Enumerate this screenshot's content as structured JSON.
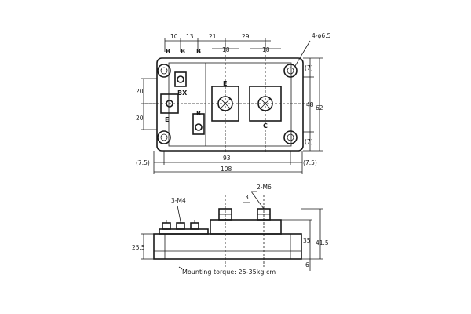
{
  "top_view": {
    "dims": {
      "d10": "10",
      "d13": "13",
      "d21": "21",
      "d29": "29",
      "hole": "4-φ6.5",
      "d7a": "(7)",
      "d7b": "(7)",
      "d18a": "18",
      "d18b": "18",
      "d20a": "20",
      "d20b": "20",
      "d48": "48",
      "d62": "62",
      "d7_5a": "(7.5)",
      "d7_5b": "(7.5)",
      "d93": "93",
      "d108": "108"
    },
    "pins": {
      "b1": "B",
      "b2": "B",
      "b3": "B",
      "bx": "BX",
      "b4": "B",
      "e1": "E",
      "e2": "E",
      "c1": "C"
    }
  },
  "side_view": {
    "dims": {
      "m4": "3-M4",
      "m6": "2-M6",
      "d3": "3",
      "d25_5": "25.5",
      "d35": "35",
      "d41_5": "41.5",
      "d6": "6"
    },
    "caption": "Mounting torque: 25-35kg·cm"
  }
}
